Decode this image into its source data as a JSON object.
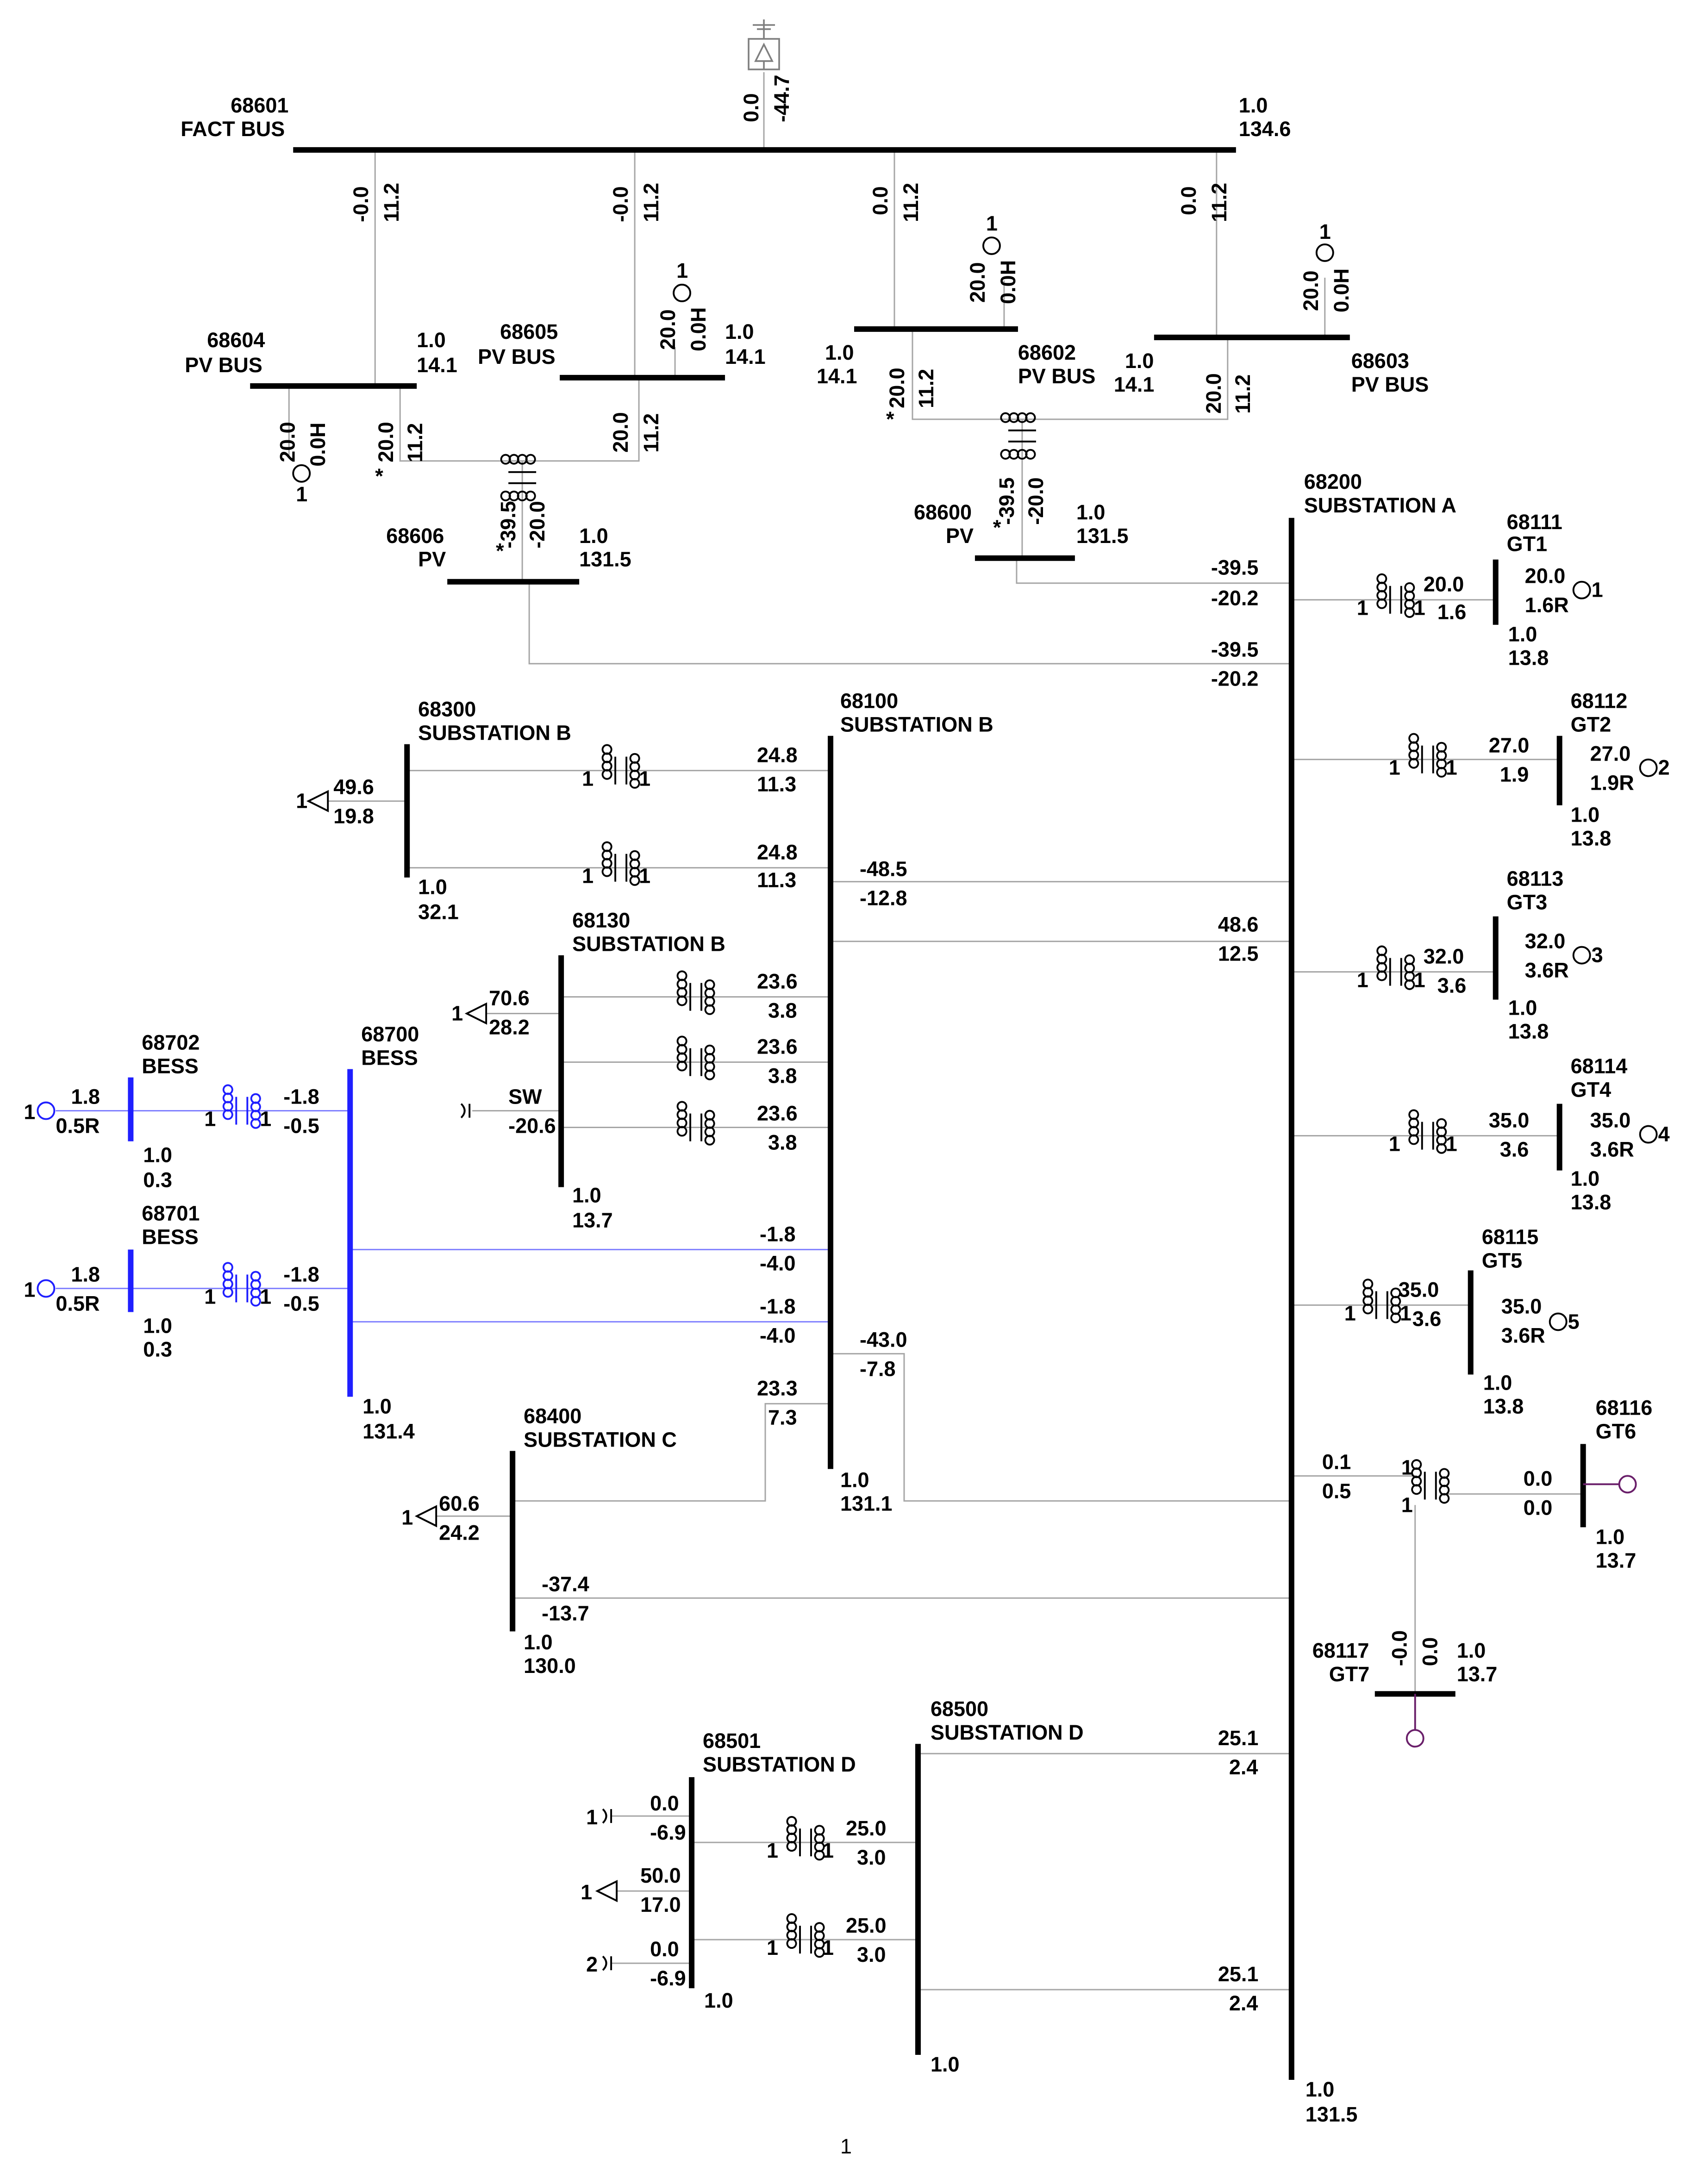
{
  "buses": {
    "b68601": {
      "number": "68601",
      "name": "FACT BUS",
      "voltage": "1.0",
      "angle": "134.6"
    },
    "b68604": {
      "number": "68604",
      "name": "PV BUS",
      "voltage": "1.0",
      "angle": "14.1"
    },
    "b68605": {
      "number": "68605",
      "name": "PV BUS",
      "voltage": "1.0",
      "angle": "14.1"
    },
    "b68602": {
      "number": "68602",
      "name": "PV BUS",
      "voltage": "1.0",
      "angle": "14.1"
    },
    "b68603": {
      "number": "68603",
      "name": "PV BUS",
      "voltage": "1.0",
      "angle": "14.1"
    },
    "b68606": {
      "number": "68606",
      "name": "PV",
      "voltage": "1.0",
      "angle": "131.5"
    },
    "b68600": {
      "number": "68600",
      "name": "PV",
      "voltage": "1.0",
      "angle": "131.5"
    },
    "b68200": {
      "number": "68200",
      "name": "SUBSTATION A",
      "voltage": "1.0",
      "angle": "131.5"
    },
    "b68111": {
      "number": "68111",
      "name": "GT1",
      "voltage": "1.0",
      "angle": "13.8"
    },
    "b68112": {
      "number": "68112",
      "name": "GT2",
      "voltage": "1.0",
      "angle": "13.8"
    },
    "b68113": {
      "number": "68113",
      "name": "GT3",
      "voltage": "1.0",
      "angle": "13.8"
    },
    "b68114": {
      "number": "68114",
      "name": "GT4",
      "voltage": "1.0",
      "angle": "13.8"
    },
    "b68115": {
      "number": "68115",
      "name": "GT5",
      "voltage": "1.0",
      "angle": "13.8"
    },
    "b68116": {
      "number": "68116",
      "name": "GT6",
      "voltage": "1.0",
      "angle": "13.7"
    },
    "b68117": {
      "number": "68117",
      "name": "GT7",
      "voltage": "1.0",
      "angle": "13.7"
    },
    "b68300": {
      "number": "68300",
      "name": "SUBSTATION B",
      "voltage": "1.0",
      "angle": "32.1"
    },
    "b68100": {
      "number": "68100",
      "name": "SUBSTATION B",
      "voltage": "1.0",
      "angle": "131.1"
    },
    "b68130": {
      "number": "68130",
      "name": "SUBSTATION B",
      "voltage": "1.0",
      "angle": "13.7"
    },
    "b68700": {
      "number": "68700",
      "name": "BESS",
      "voltage": "1.0",
      "angle": "131.4"
    },
    "b68702": {
      "number": "68702",
      "name": "BESS",
      "voltage": "1.0",
      "angle": "0.3"
    },
    "b68701": {
      "number": "68701",
      "name": "BESS",
      "voltage": "1.0",
      "angle": "0.3"
    },
    "b68400": {
      "number": "68400",
      "name": "SUBSTATION C",
      "voltage": "1.0",
      "angle": "130.0"
    },
    "b68500": {
      "number": "68500",
      "name": "SUBSTATION D",
      "voltage": "1.0"
    },
    "b68501": {
      "number": "68501",
      "name": "SUBSTATION D",
      "voltage": "1.0"
    }
  },
  "flows": {
    "facts_p": "0.0",
    "facts_q": "-44.7",
    "f604_p": "-0.0",
    "f604_q": "11.2",
    "f605_p": "-0.0",
    "f605_q": "11.2",
    "f602_p": "0.0",
    "f602_q": "11.2",
    "f603_p": "0.0",
    "f603_q": "11.2",
    "g604_p": "20.0",
    "g604_q": "0.0H",
    "g604_id": "1",
    "g605_p": "20.0",
    "g605_q": "0.0H",
    "g605_id": "1",
    "g602_p": "20.0",
    "g602_q": "0.0H",
    "g602_id": "1",
    "g603_p": "20.0",
    "g603_q": "0.0H",
    "g603_id": "1",
    "t604_p": "20.0",
    "t604_q": "11.2",
    "t604_mark": "*",
    "t605_p": "20.0",
    "t605_q": "11.2",
    "t602_p": "20.0",
    "t602_q": "11.2",
    "t602_mark": "*",
    "t603_p": "20.0",
    "t603_q": "11.2",
    "t606_p": "-39.5",
    "t606_q": "-20.0",
    "t606_mark": "*",
    "t600_p": "-39.5",
    "t600_q": "-20.0",
    "t600_mark": "*",
    "a600_p": "-39.5",
    "a600_q": "-20.2",
    "a606_p": "-39.5",
    "a606_q": "-20.2",
    "gt1_tp": "20.0",
    "gt1_tq": "1.6",
    "gt1_p": "20.0",
    "gt1_q": "1.6R",
    "gt1_id": "1",
    "gt2_tp": "27.0",
    "gt2_tq": "1.9",
    "gt2_p": "27.0",
    "gt2_q": "1.9R",
    "gt2_id": "2",
    "gt3_tp": "32.0",
    "gt3_tq": "3.6",
    "gt3_p": "32.0",
    "gt3_q": "3.6R",
    "gt3_id": "3",
    "gt4_tp": "35.0",
    "gt4_tq": "3.6",
    "gt4_p": "35.0",
    "gt4_q": "3.6R",
    "gt4_id": "4",
    "gt5_tp": "35.0",
    "gt5_tq": "3.6",
    "gt5_p": "35.0",
    "gt5_q": "3.6R",
    "gt5_id": "5",
    "gt6_tp": "0.1",
    "gt6_tq": "0.5",
    "gt6_p": "0.0",
    "gt6_q": "0.0",
    "gt7_p": "-0.0",
    "gt7_q": "0.0",
    "load300_p": "49.6",
    "load300_q": "19.8",
    "load300_id": "1",
    "t300a_p": "24.8",
    "t300a_q": "11.3",
    "t300b_p": "24.8",
    "t300b_q": "11.3",
    "l100a_p": "-48.5",
    "l100a_q": "-12.8",
    "l100a2_p": "48.6",
    "l100a2_q": "12.5",
    "load130_p": "70.6",
    "load130_q": "28.2",
    "load130_id": "1",
    "sw_label": "SW",
    "sw_q": "-20.6",
    "t130a_p": "23.6",
    "t130a_q": "3.8",
    "t130b_p": "23.6",
    "t130b_q": "3.8",
    "t130c_p": "23.6",
    "t130c_q": "3.8",
    "g702_p": "1.8",
    "g702_q": "0.5R",
    "g702_id": "1",
    "g701_p": "1.8",
    "g701_q": "0.5R",
    "g701_id": "1",
    "t702_p": "-1.8",
    "t702_q": "-0.5",
    "t701_p": "-1.8",
    "t701_q": "-0.5",
    "l700a_p": "-1.8",
    "l700a_q": "-4.0",
    "l700b_p": "-1.8",
    "l700b_q": "-4.0",
    "l100b_p": "-43.0",
    "l100b_q": "-7.8",
    "l100c_p": "23.3",
    "l100c_q": "7.3",
    "load400_p": "60.6",
    "load400_q": "24.2",
    "load400_id": "1",
    "l400_p": "-37.4",
    "l400_q": "-13.7",
    "l500a_p": "25.1",
    "l500a_q": "2.4",
    "l500b_p": "25.1",
    "l500b_q": "2.4",
    "t501a_p": "25.0",
    "t501a_q": "3.0",
    "t501b_p": "25.0",
    "t501b_q": "3.0",
    "sh501a_id": "1",
    "sh501a_p": "0.0",
    "sh501a_q": "-6.9",
    "load501_id": "1",
    "load501_p": "50.0",
    "load501_q": "17.0",
    "sh501b_id": "2",
    "sh501b_p": "0.0",
    "sh501b_q": "-6.9",
    "winding_one": "1"
  },
  "page_number": "1",
  "colors": {
    "bess": "#1f1fff",
    "branch": "#a6a6a6",
    "bess_branch": "#8080ff",
    "gt_unit": "#6a1f6a"
  }
}
